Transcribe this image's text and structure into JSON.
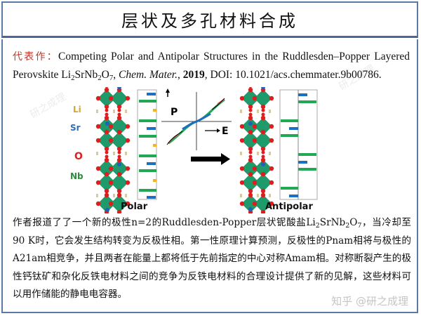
{
  "title": "层状及多孔材料合成",
  "reference": {
    "label": "代表作：",
    "text_a": "Competing Polar and Antipolar Structures in the Ruddlesden–Popper Layered Perovskite Li",
    "sub1": "2",
    "text_b": "SrNb",
    "sub2": "2",
    "text_c": "O",
    "sub3": "7",
    "text_d": ", ",
    "journal": "Chem. Mater.",
    "text_e": ", ",
    "year": "2019",
    "doi": ", DOI: 10.1021/acs.chemmater.9b00786."
  },
  "figure": {
    "atom_labels": [
      {
        "text": "Li",
        "color": "#d4a62a"
      },
      {
        "text": "Sr",
        "color": "#2f6db5"
      },
      {
        "text": "O",
        "color": "#e02020"
      },
      {
        "text": "Nb",
        "color": "#2e8b3e"
      }
    ],
    "axis_labels": {
      "p": "P",
      "e": "E"
    },
    "caption_left": "Polar",
    "caption_right": "Antipolar",
    "colors": {
      "nb": "#1f9a6a",
      "o": "#e01c1c",
      "sr": "#1d63b8",
      "li": "#d9c9a0",
      "bar_green": "#22a855",
      "bar_blue": "#1e6fc0",
      "bar_yellow": "#f0b429"
    }
  },
  "description": {
    "p1": "作者报道了了一个新的极性n=2的Ruddlesden-Popper层状铌酸盐Li",
    "s1": "2",
    "p2": "SrNb",
    "s2": "2",
    "p3": "O",
    "s3": "7",
    "p4": "，当冷却至90 K时，它会发生结构转变为反极性相。第一性原理计算预测，反极性的Pnam相将与极性的A21am相竞争，并且两者在能量上都将低于先前指定的中心对称Amam相。对称断裂产生的极性钙钛矿和杂化反铁电材料之间的竞争为反铁电材料的合理设计提供了新的见解，这些材料可以用作储能的静电电容器。"
  },
  "watermark": {
    "main": "知乎 @研之成理",
    "diag": "研之成理"
  }
}
